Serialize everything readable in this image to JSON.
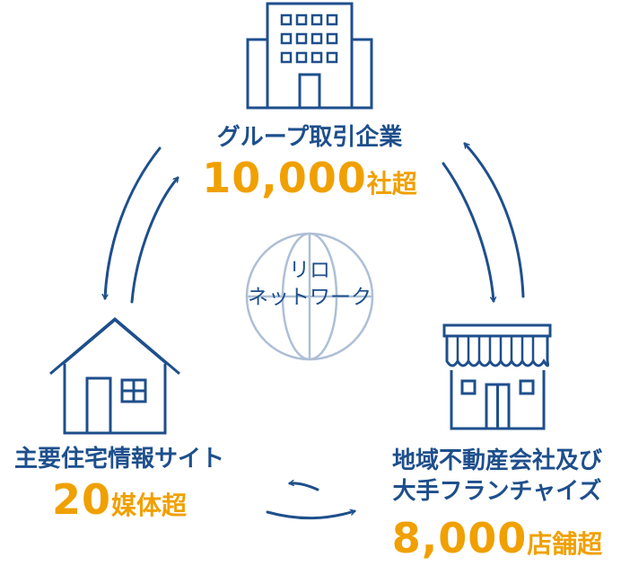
{
  "center": {
    "line1": "リロ",
    "line2": "ネットワーク"
  },
  "nodes": {
    "corporate": {
      "icon": "office-building-icon",
      "title": "グループ取引企業",
      "value": "10,000",
      "unit": "社超"
    },
    "housing": {
      "icon": "house-icon",
      "title": "主要住宅情報サイト",
      "value": "20",
      "unit": "媒体超"
    },
    "realestate": {
      "icon": "storefront-icon",
      "title_line1": "地域不動産会社及び",
      "title_line2": "大手フランチャイズ",
      "value": "8,000",
      "unit": "店舗超"
    }
  },
  "colors": {
    "primary": "#1e4f8c",
    "accent": "#f0a000",
    "globe": "#aebfd6"
  }
}
